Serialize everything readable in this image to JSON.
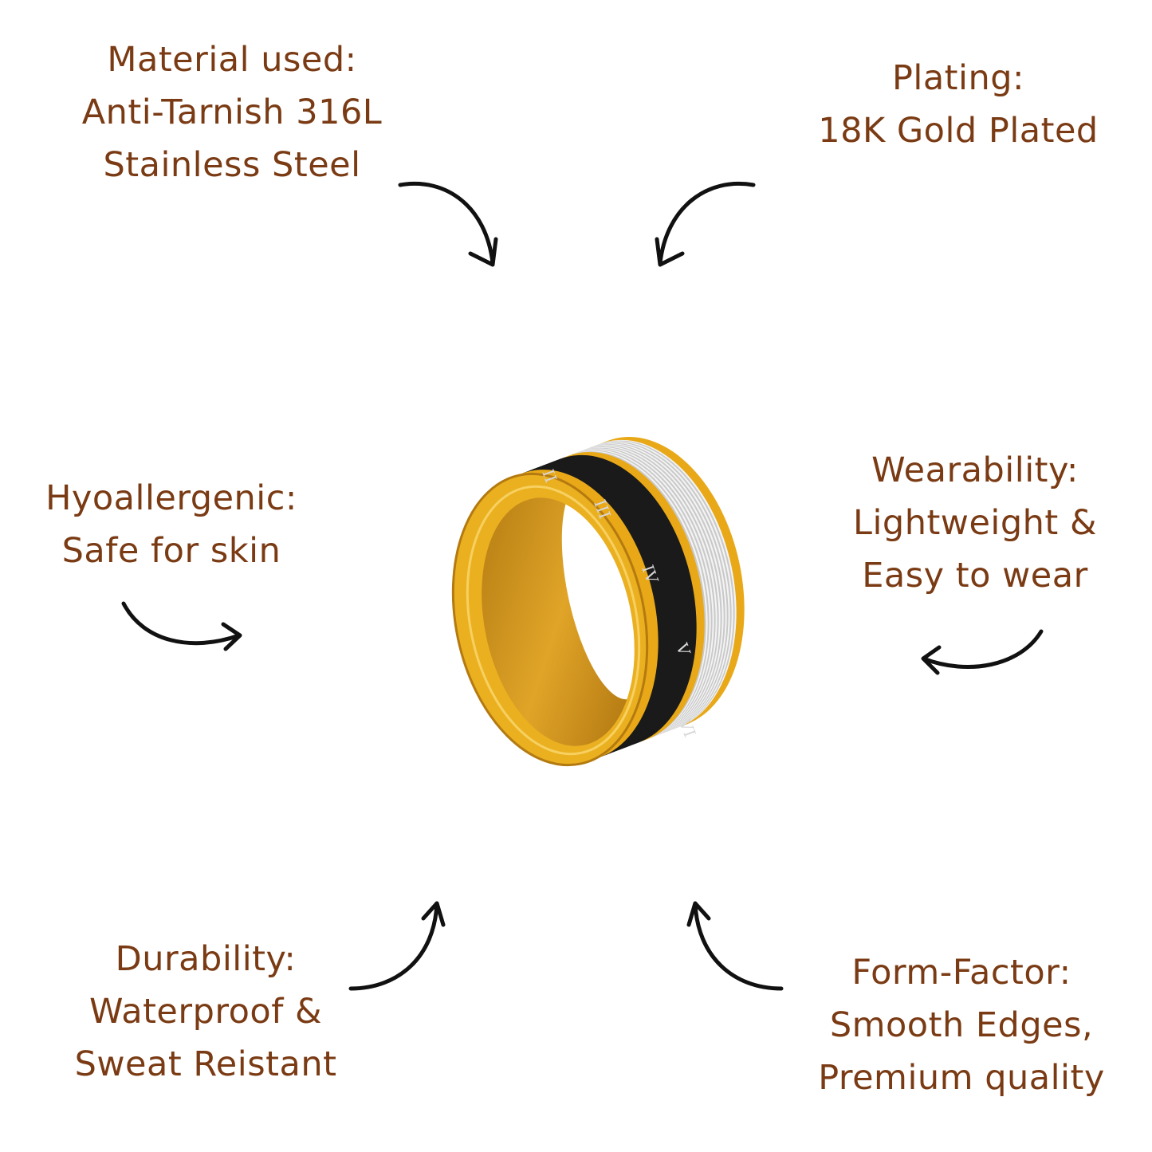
{
  "colors": {
    "text": "#7a3b14",
    "arrow": "#111111",
    "gold": "#e8a818",
    "band": "#1a1a1a"
  },
  "features": [
    {
      "id": "material",
      "lines": [
        "Material used:",
        "Anti-Tarnish 316L",
        "Stainless Steel"
      ]
    },
    {
      "id": "plating",
      "lines": [
        "Plating:",
        "18K Gold Plated"
      ]
    },
    {
      "id": "hypoallergenic",
      "lines": [
        "Hyoallergenic:",
        "Safe for skin"
      ]
    },
    {
      "id": "wearability",
      "lines": [
        "Wearability:",
        "Lightweight &",
        "Easy to wear"
      ]
    },
    {
      "id": "durability",
      "lines": [
        "Durability:",
        "Waterproof &",
        "Sweat Reistant"
      ]
    },
    {
      "id": "form-factor",
      "lines": [
        "Form-Factor:",
        "Smooth Edges,",
        "Premium quality"
      ]
    }
  ],
  "ring": {
    "numerals": [
      "II",
      "III",
      "IV",
      "V",
      "VI"
    ]
  }
}
